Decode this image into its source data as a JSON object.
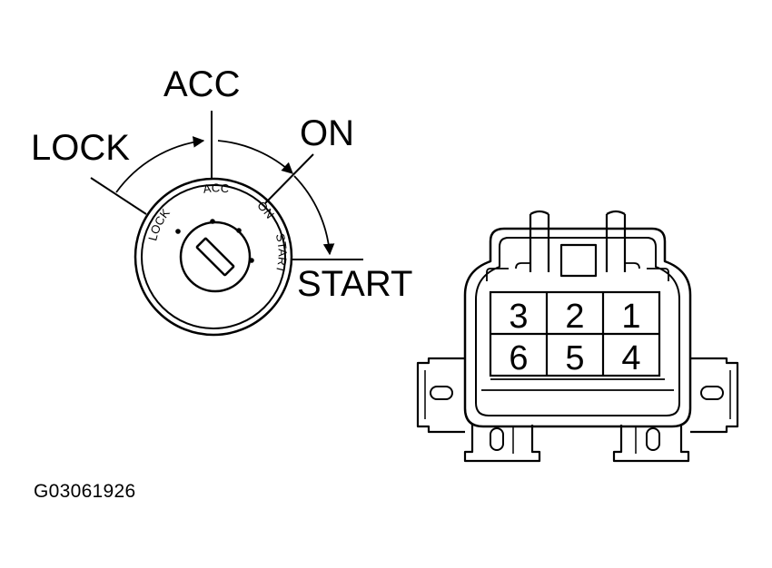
{
  "positions": {
    "lock": "LOCK",
    "acc": "ACC",
    "on": "ON",
    "start": "START"
  },
  "cylinder_labels": {
    "lock": "LOCK",
    "acc": "ACC",
    "on": "ON",
    "start": "START"
  },
  "connector_pins": {
    "row1": [
      "3",
      "2",
      "1"
    ],
    "row2": [
      "6",
      "5",
      "4"
    ]
  },
  "figure_id": "G03061926"
}
